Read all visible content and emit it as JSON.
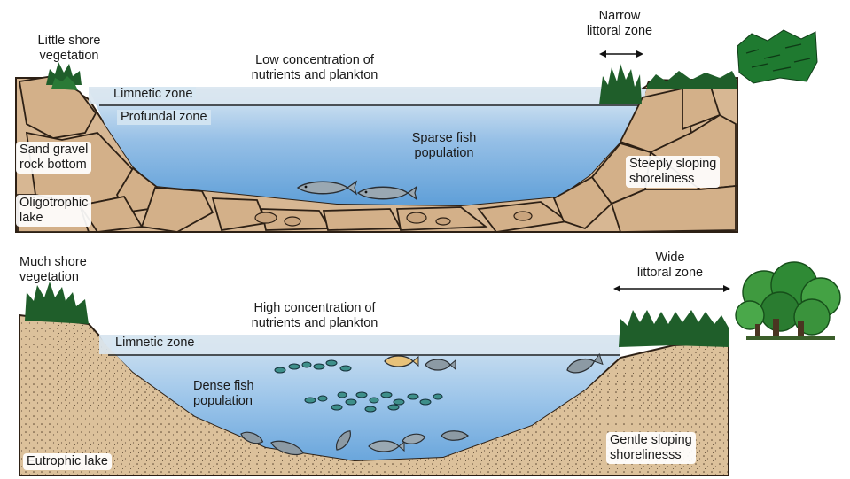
{
  "colors": {
    "water_light": "#d6e7f3",
    "water_mid": "#9cc3e6",
    "water_deep": "#5b9bd5",
    "rock": "#d7b793",
    "rock_line": "#3a2a1a",
    "sediment": "#d9bd96",
    "vegetation": "#1f6a2b",
    "tree": "#2e8b3a",
    "fish": "#8c9aa4"
  },
  "oligotrophic": {
    "narrow_littoral": "Narrow\nlittoral zone",
    "little_shore": "Little shore\nvegetation",
    "low_concentration": "Low concentration of\nnutrients and plankton",
    "limnetic": "Limnetic zone",
    "profundal": "Profundal zone",
    "sparse_fish": "Sparse fish\npopulation",
    "sand_gravel": "Sand gravel\nrock bottom",
    "lake_type": "Oligotrophic\nlake",
    "steep_shore": "Steeply sloping\nshoreliness"
  },
  "eutrophic": {
    "much_shore": "Much shore\nvegetation",
    "wide_littoral": "Wide\nlittoral zone",
    "high_concentration": "High concentration of\nnutrients and plankton",
    "limnetic": "Limnetic zone",
    "dense_fish": "Dense fish\npopulation",
    "lake_type": "Eutrophic lake",
    "gentle_shore": "Gentle sloping\nshorelinesss"
  }
}
